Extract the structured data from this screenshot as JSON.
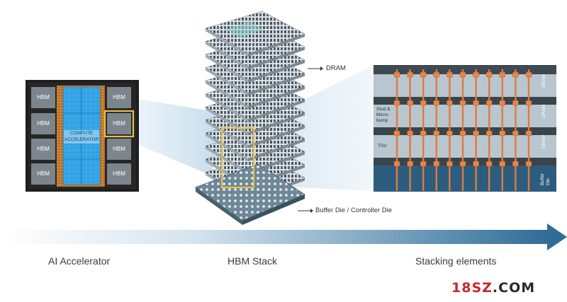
{
  "accelerator": {
    "hbm_label": "HBM",
    "core_line1": "COMPUTE",
    "core_line2": "ACCELERATOR"
  },
  "stack": {
    "dram_callout": "DRAM",
    "buffer_callout": "Buffer Die / Controller Die"
  },
  "elements": {
    "dram_label": "DRAM",
    "stud_line1": "Stud &",
    "stud_line2": "Micro-",
    "stud_line3": "bump",
    "tsv_label": "TSV",
    "buffer_line1": "Buffer",
    "buffer_line2": "Die"
  },
  "captions": {
    "accelerator": "AI Accelerator",
    "stack": "HBM Stack",
    "elements": "Stacking elements"
  },
  "watermark": {
    "part1": "18SZ",
    "part2": ".COM"
  },
  "colors": {
    "hbm_block": "#7c858c",
    "accelerator_core": "#2e9ee0",
    "interposer": "#c97a2b",
    "highlight": "#e7c04a",
    "dram_layer": "#b9c6cf",
    "buffer_die": "#2c5d7e",
    "bump": "#e8864a",
    "arrow_end": "#2f6d98",
    "watermark_red": "#c9252c",
    "watermark_dark": "#2a2a2a"
  }
}
